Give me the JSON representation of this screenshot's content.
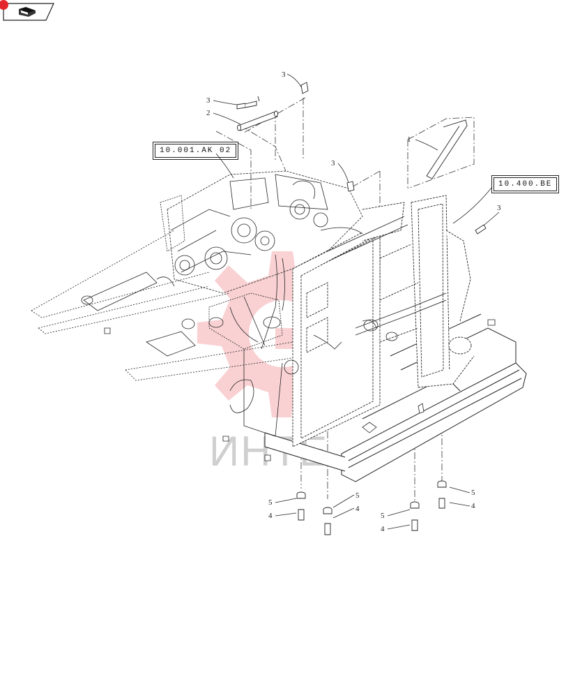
{
  "nav": {
    "icon": "book-arrow-icon",
    "badge_color": "#e3262c"
  },
  "references": [
    {
      "id": "ref-engine",
      "label": "10.001.AK 02"
    },
    {
      "id": "ref-radiator",
      "label": "10.400.BE"
    }
  ],
  "callouts": [
    "1",
    "2",
    "3",
    "3",
    "3",
    "3",
    "4",
    "4",
    "4",
    "4",
    "5",
    "5",
    "5",
    "5"
  ],
  "watermark": {
    "text": "ИНТЕ",
    "color": "#e8333a"
  }
}
